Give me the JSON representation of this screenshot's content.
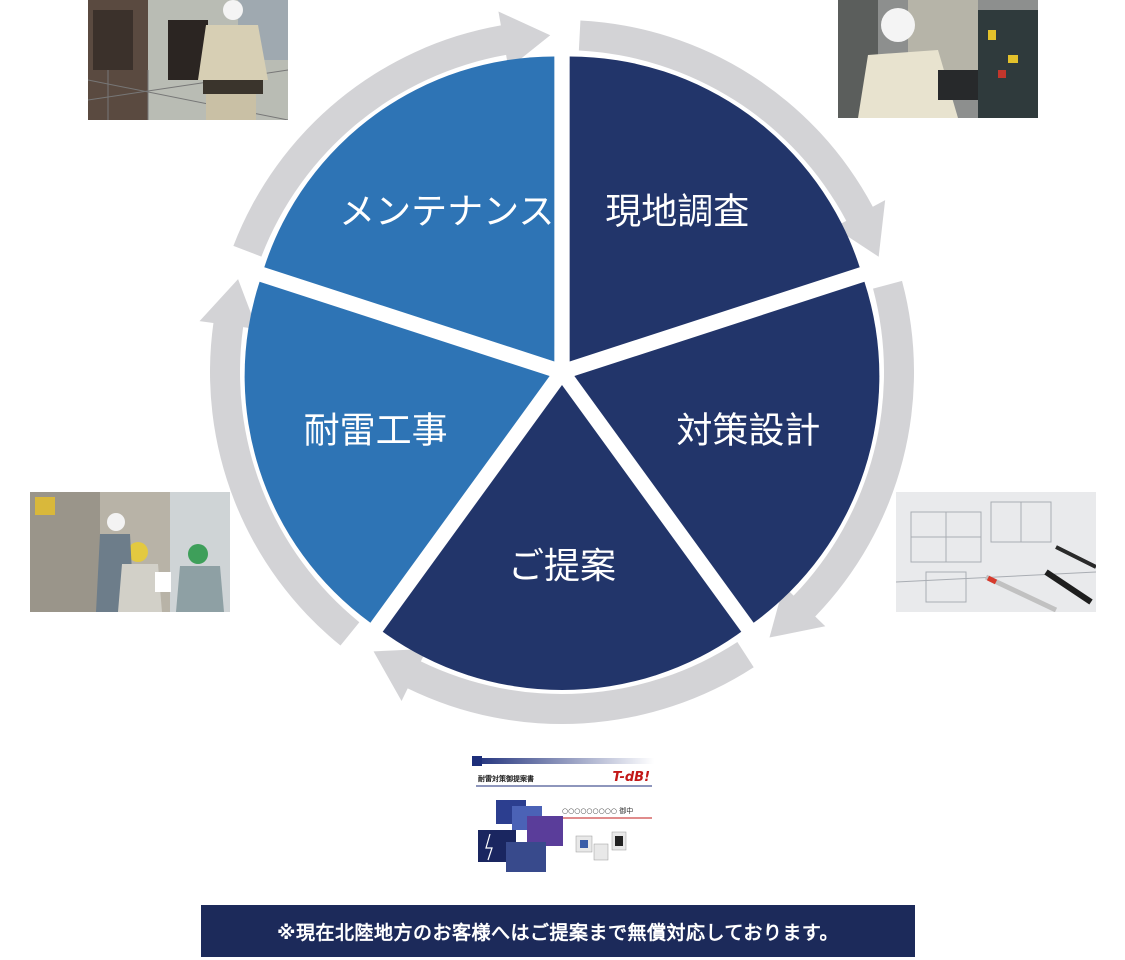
{
  "cycle": {
    "steps": [
      {
        "label": "現地調査",
        "color": "#22356a"
      },
      {
        "label": "対策設計",
        "color": "#22356a"
      },
      {
        "label": "ご提案",
        "color": "#22356a"
      },
      {
        "label": "耐雷工事",
        "color": "#2e74b5"
      },
      {
        "label": "メンテナンス",
        "color": "#2e74b5"
      }
    ],
    "arrow_color": "#d3d3d6"
  },
  "document": {
    "title": "耐雷対策御提案書",
    "logo": "T-dB!",
    "addressee": "○○○○○○○○○ 御中"
  },
  "notice": {
    "text": "※現在北陸地方のお客様へはご提案まで無償対応しております。",
    "color": "#1c2a5a"
  }
}
